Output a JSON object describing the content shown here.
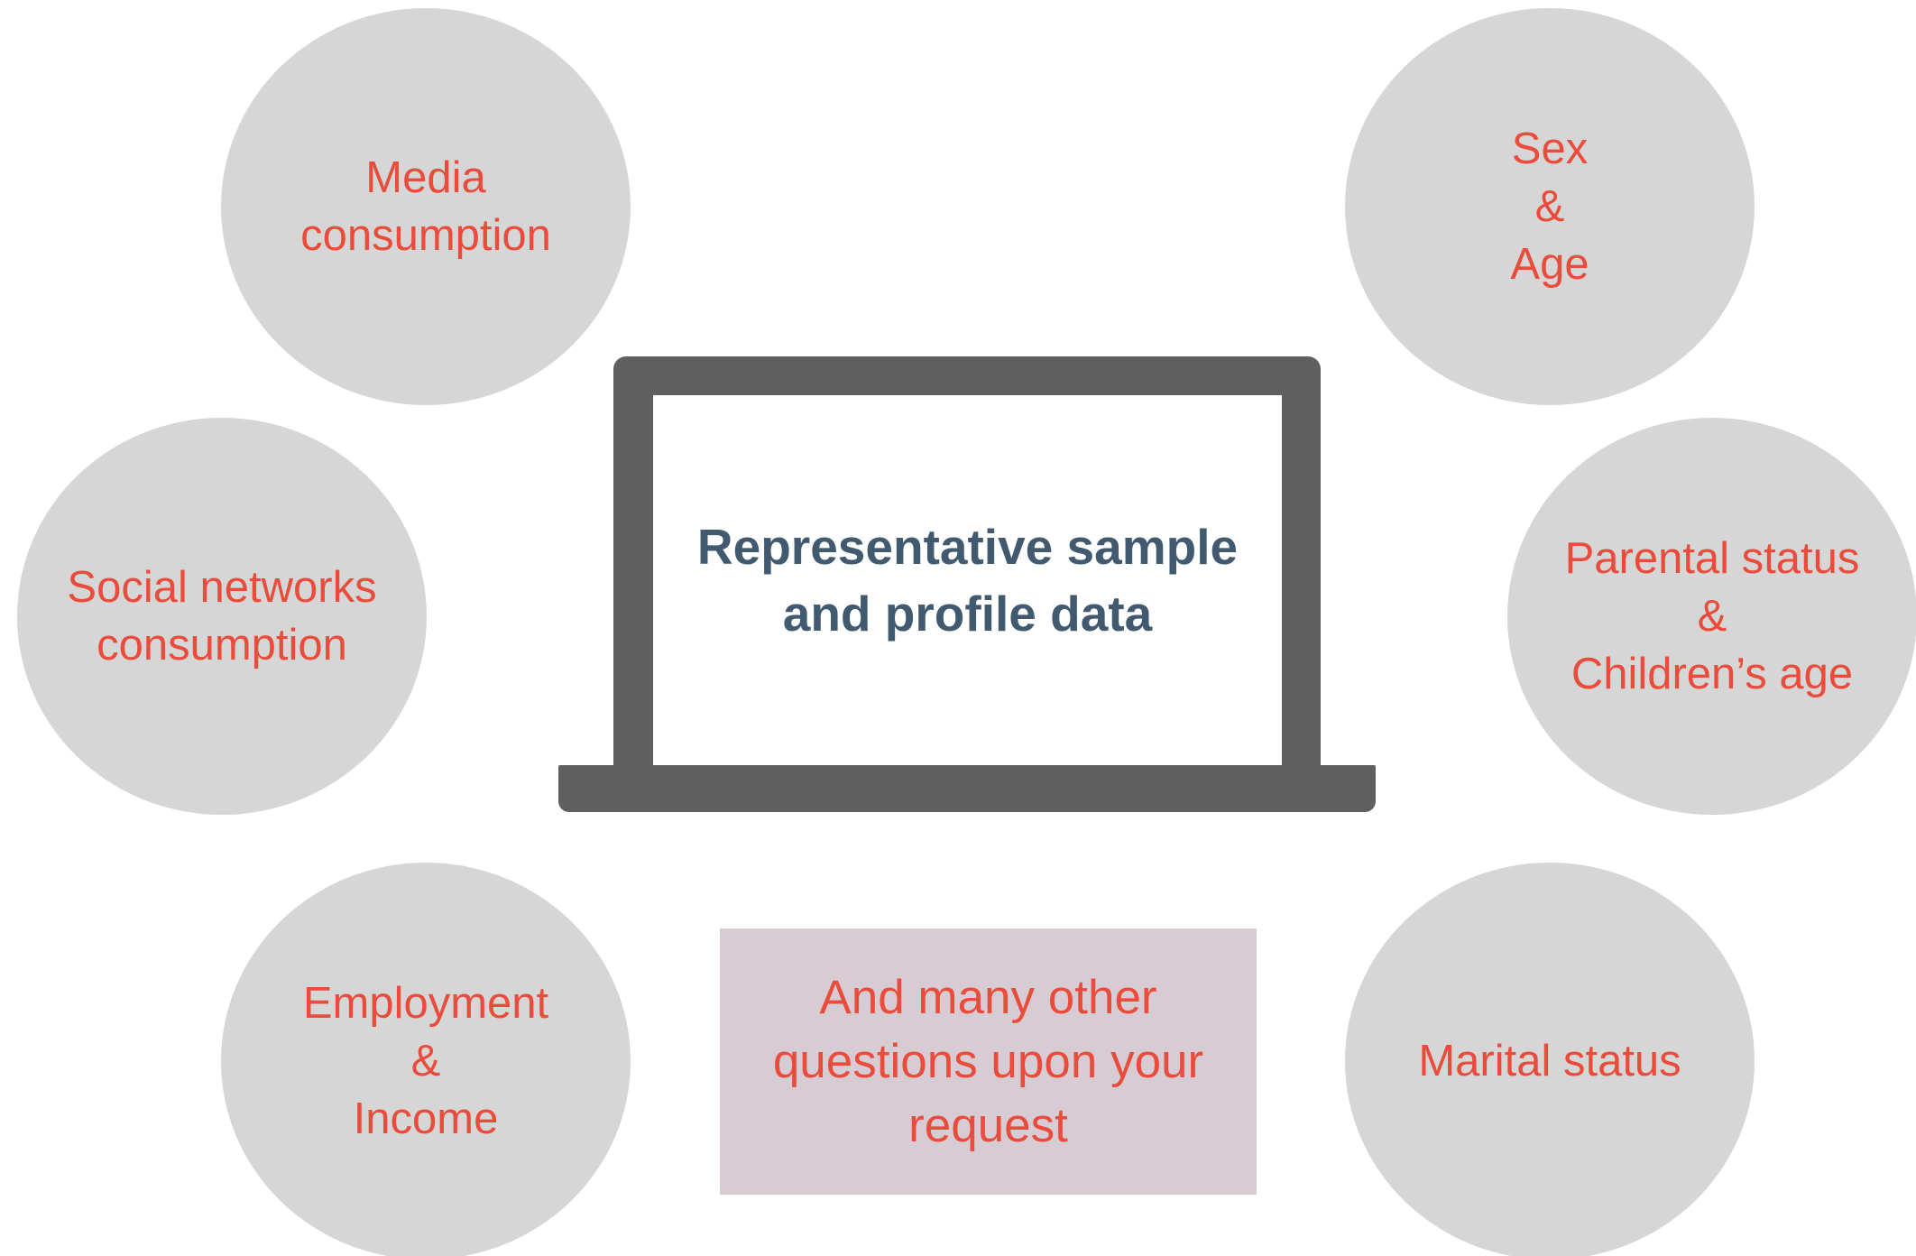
{
  "center": {
    "lines": [
      "Representative sample",
      "and profile data"
    ]
  },
  "bubbles": {
    "media": {
      "lines": [
        "Media",
        "consumption"
      ]
    },
    "social": {
      "lines": [
        "Social networks",
        "consumption"
      ]
    },
    "employment": {
      "lines": [
        "Employment",
        "&",
        "Income"
      ]
    },
    "sex_age": {
      "lines": [
        "Sex",
        "&",
        "Age"
      ]
    },
    "parental": {
      "lines": [
        "Parental status",
        "&",
        "Children’s age"
      ]
    },
    "marital": {
      "lines": [
        "Marital status"
      ]
    }
  },
  "more": {
    "lines": [
      "And many other",
      "questions upon your",
      "request"
    ]
  },
  "colors": {
    "bubble_fill": "#d6d6d6",
    "bubble_text": "#ea4c3c",
    "laptop": "#5f5f5f",
    "center_text": "#415a70",
    "more_box_fill": "#d8ccd4"
  }
}
